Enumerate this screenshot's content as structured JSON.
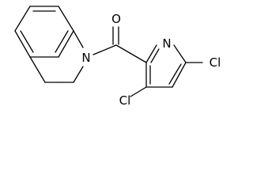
{
  "molecule": {
    "atoms": {
      "oxygen": "O",
      "ring_nitrogen": "N",
      "amide_nitrogen": "N",
      "chlorine_top": "Cl",
      "chlorine_bottom": "Cl"
    }
  },
  "colors": {
    "bond": "#000000",
    "label": "#000000",
    "background": "#ffffff"
  }
}
